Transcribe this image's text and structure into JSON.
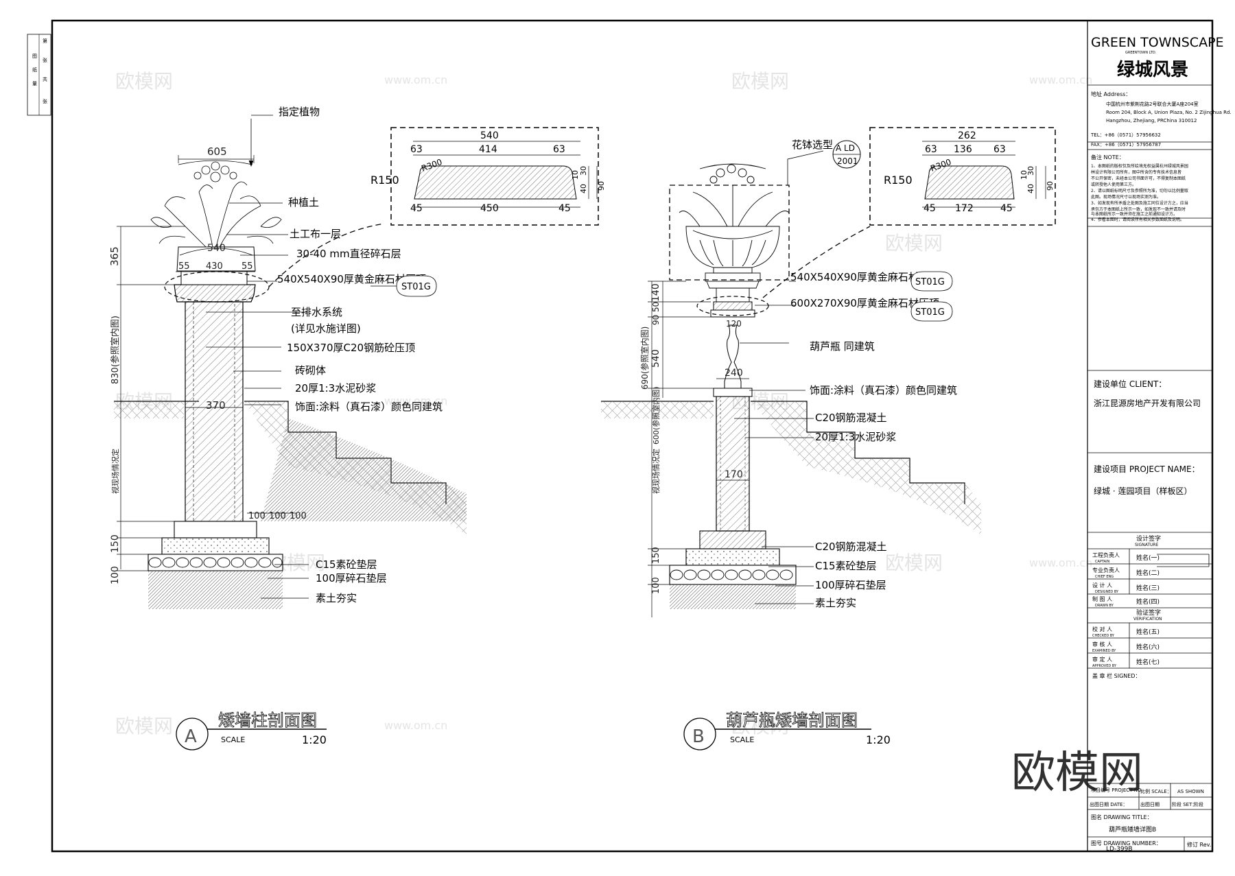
{
  "left_strip": {
    "c1": [
      "图",
      "纸",
      "量"
    ],
    "c2": [
      "第",
      "张",
      "共",
      "张"
    ]
  },
  "watermark": {
    "small": "欧模网",
    "url": "www.om.cn",
    "big": "欧模网"
  },
  "title_block": {
    "brand_en": "GREEN TOWNSCAPE",
    "brand_small": "GREENTOWN LTD.",
    "brand_cn": "绿城风景",
    "address_title": "地址 Address：",
    "address_lines": [
      "中国杭州市紫荆花路2号联合大厦A座204室",
      "Room 204, Block A, Union Plaza, No. 2 Zijinghua Rd.",
      "Hangzhou, Zhejiang, PRChina 310012"
    ],
    "tel": "TEL：+86（0571）57956632",
    "fax": "FAX：+86（0571）57956787",
    "note_title": "备注 NOTE：",
    "notes": [
      "1、本图纸的版权仅及所绘境无权益属杭州绿城风景园",
      "   林设计有限公司所有，图中所含的专有技术信息皆",
      "   不公开保密，未经本公司书面许可，不得复制本图纸",
      "   或转授他人使用第三方。",
      "2、请以图纸标明尺寸及参照所为准，切勿以比例量取",
      "   此图。现场情况尺寸以现场实测为准。",
      "3、如发现有所矛盾之处图及施工同位设计方之，应当",
      "   承包方于本图纸上所示一致，如发现不一致并请及时",
      "   与本图纸所示一致并须在施工之前通知设计方。",
      "4、参看本图时，请阅读所有相关参数图纸及说明。"
    ],
    "client_label": "建设单位 CLIENT：",
    "client": "浙江昆源房地产开发有限公司",
    "project_label": "建设项目 PROJECT NAME：",
    "project": "绿城 · 莲园项目（样板区）",
    "sig_title": "设计签字",
    "sig_sub": "SIGNATURE",
    "roles": [
      {
        "cn": "工程负责人",
        "en": "CAPTAIN",
        "name": "姓名(一)"
      },
      {
        "cn": "专业负责人",
        "en": "CHIEF ENG",
        "name": "姓名(二)"
      },
      {
        "cn": "设 计 人",
        "en": "DESIGNED BY",
        "name": "姓名(三)"
      },
      {
        "cn": "制 图 人",
        "en": "DRAWN BY",
        "name": "姓名(四)"
      }
    ],
    "ver_title": "验证签字",
    "ver_sub": "VERIFICATION",
    "verifiers": [
      {
        "cn": "校 对 人",
        "en": "CHECKED BY",
        "name": "姓名(五)"
      },
      {
        "cn": "审 核 人",
        "en": "EXAMINED BY",
        "name": "姓名(六)"
      },
      {
        "cn": "审 定 人",
        "en": "APPROVED BY",
        "name": "姓名(七)"
      }
    ],
    "signed": "盖 章 栏  SIGNED：",
    "proj_no": "项目编号 PROJECT NO.",
    "scale_label": "比例 SCALE：",
    "scale_value": "AS SHOWN",
    "date_label": "出图日期 DATE：",
    "date_value": "出图日期",
    "set_label": "阶段 SET：",
    "set_value": "阶段",
    "drawing_title_label": "图名 DRAWING TITLE：",
    "drawing_title": "葫芦瓶矮墙详图B",
    "drawing_number_label": "图号 DRAWING NUMBER：",
    "drawing_number": "LD-399B",
    "rev_label": "修订 Rev."
  },
  "drawing_a": {
    "letter": "A",
    "title": "矮墙柱剖面图",
    "scale_word": "SCALE",
    "scale": "1:20",
    "labels": [
      "指定植物",
      "种植土",
      "土工布一层",
      "30-40 mm直径碎石层",
      "540X540X90厚黄金麻石材压顶",
      "至排水系统",
      "(详见水施详图)",
      "150X370厚C20钢筋砼压顶",
      "砖砌体",
      "20厚1:3水泥砂浆",
      "饰面:涂料（真石漆）颜色同建筑",
      "C15素砼垫层",
      "100厚碎石垫层",
      "素土夯实"
    ],
    "tag": "ST01G",
    "dims": [
      "605",
      "540",
      "55",
      "430",
      "55",
      "370",
      "365",
      "830(参照室内图)",
      "100",
      "100",
      "100",
      "150",
      "100",
      "视现场情况定"
    ],
    "detail_dims": [
      "540",
      "63",
      "414",
      "63",
      "R150",
      "R300",
      "45",
      "450",
      "45",
      "10",
      "40",
      "30",
      "90"
    ]
  },
  "drawing_b": {
    "letter": "B",
    "title": "葫芦瓶矮墙剖面图",
    "scale_word": "SCALE",
    "scale": "1:20",
    "labels": [
      "花钵选型",
      "540X540X90厚黄金麻石材压顶",
      "600X270X90厚黄金麻石材压顶",
      "葫芦瓶 同建筑",
      "饰面:涂料（真石漆）颜色同建筑",
      "C20钢筋混凝土",
      "20厚1:3水泥砂浆",
      "C20钢筋混凝土",
      "C15素砼垫层",
      "100厚碎石垫层",
      "素土夯实"
    ],
    "ref_top": "A LD",
    "ref_bottom": "2001",
    "tags": [
      "ST01G",
      "ST01G"
    ],
    "dims": [
      "140",
      "50",
      "90",
      "540",
      "690(参照室内图)",
      "600(参照室内图)",
      "120",
      "240",
      "170",
      "150",
      "100",
      "视现场情况定"
    ],
    "detail_dims": [
      "262",
      "63",
      "136",
      "63",
      "R150",
      "R300",
      "45",
      "172",
      "45",
      "10",
      "40",
      "30",
      "90"
    ]
  }
}
